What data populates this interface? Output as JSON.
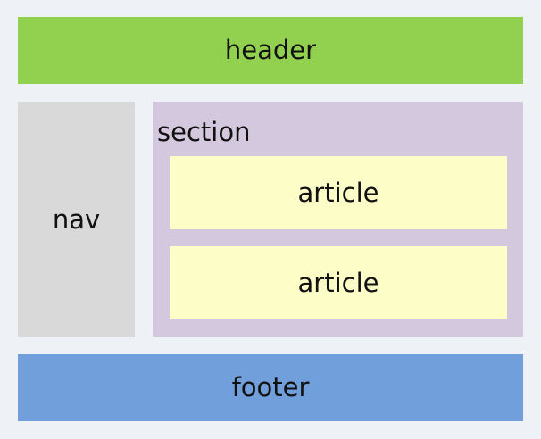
{
  "colors": {
    "background": "#eef1f5",
    "header": "#92d050",
    "nav": "#d9d9d9",
    "section": "#d4c8df",
    "article": "#fdfdc8",
    "footer": "#719fdb"
  },
  "header": {
    "label": "header"
  },
  "nav": {
    "label": "nav"
  },
  "section": {
    "label": "section",
    "articles": [
      {
        "label": "article"
      },
      {
        "label": "article"
      }
    ]
  },
  "footer": {
    "label": "footer"
  }
}
